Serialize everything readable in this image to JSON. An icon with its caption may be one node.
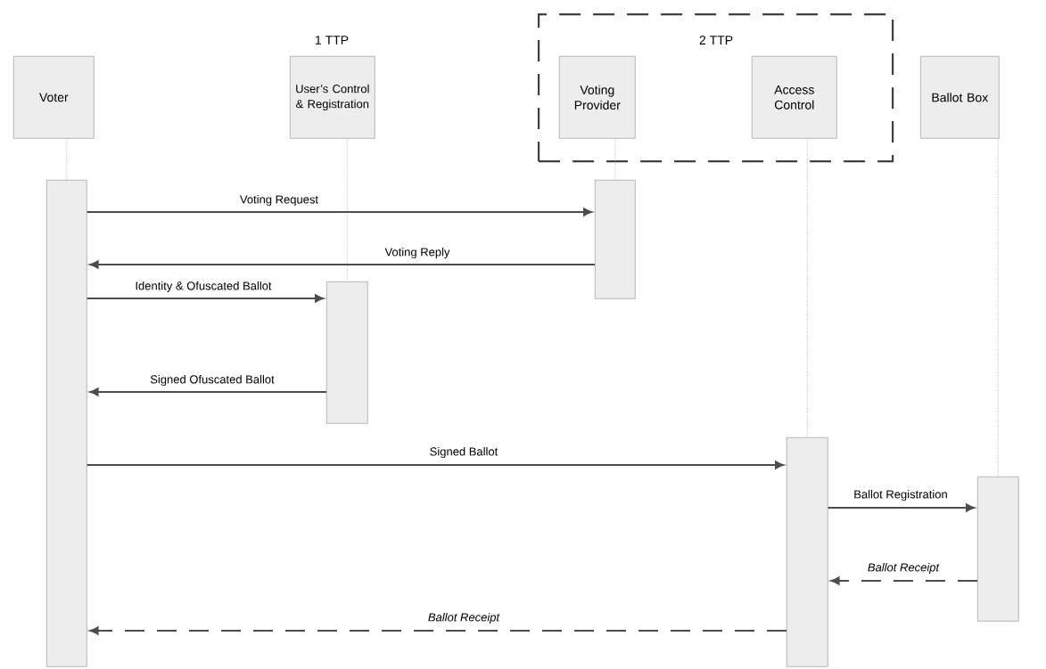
{
  "diagram": {
    "nodes": [
      {
        "text": [
          "Voter"
        ]
      },
      {
        "text": [
          "User’s Control & Registration"
        ],
        "beside": [
          "1 TTP"
        ]
      },
      {
        "text": [
          "2 TTP"
        ]
      },
      {
        "text": [
          "Voting Provider"
        ],
        "in": 2
      },
      {
        "text": [
          "Access Control"
        ],
        "in": 2
      },
      {
        "text": [
          "Ballot Box"
        ]
      },
      {
        "text": [],
        "shape": "bar"
      },
      {
        "text": [],
        "shape": "bar"
      },
      {
        "text": [],
        "shape": "bar"
      },
      {
        "text": [],
        "shape": "bar"
      },
      {
        "text": [],
        "shape": "bar"
      }
    ],
    "edges": [
      {
        "from": 0,
        "to": 6,
        "arrow": "none",
        "style": "dashed",
        "color": "#999999"
      },
      {
        "from": 1,
        "to": 8,
        "arrow": "none",
        "style": "dashed",
        "color": "#999999"
      },
      {
        "from": 3,
        "to": 7,
        "arrow": "none",
        "style": "dashed",
        "color": "#999999"
      },
      {
        "from": 4,
        "to": 9,
        "arrow": "none",
        "style": "dashed",
        "color": "#999999"
      },
      {
        "from": 5,
        "to": 10,
        "arrow": "none",
        "style": "dashed",
        "color": "#999999"
      },
      {
        "from": 6,
        "to": 7,
        "arrow": "to",
        "label": "Voting Request"
      },
      {
        "from": 7,
        "to": 6,
        "arrow": "to",
        "label": "Voting Reply"
      },
      {
        "from": 6,
        "to": 8,
        "arrow": "to",
        "label": "Identity & Ofuscated Ballot"
      },
      {
        "from": 8,
        "to": 6,
        "arrow": "to",
        "label": "Signed Ofuscated Ballot"
      },
      {
        "from": 6,
        "to": 9,
        "arrow": "to",
        "label": "Signed Ballot"
      },
      {
        "from": 9,
        "to": 10,
        "arrow": "to",
        "label": "Ballot Registration"
      },
      {
        "from": 10,
        "to": 9,
        "arrow": "to",
        "label": "Ballot Receipt",
        "style": "dashed"
      },
      {
        "from": 9,
        "to": 6,
        "arrow": "to",
        "label": "Ballot Receipt",
        "style": "dashed"
      }
    ]
  }
}
